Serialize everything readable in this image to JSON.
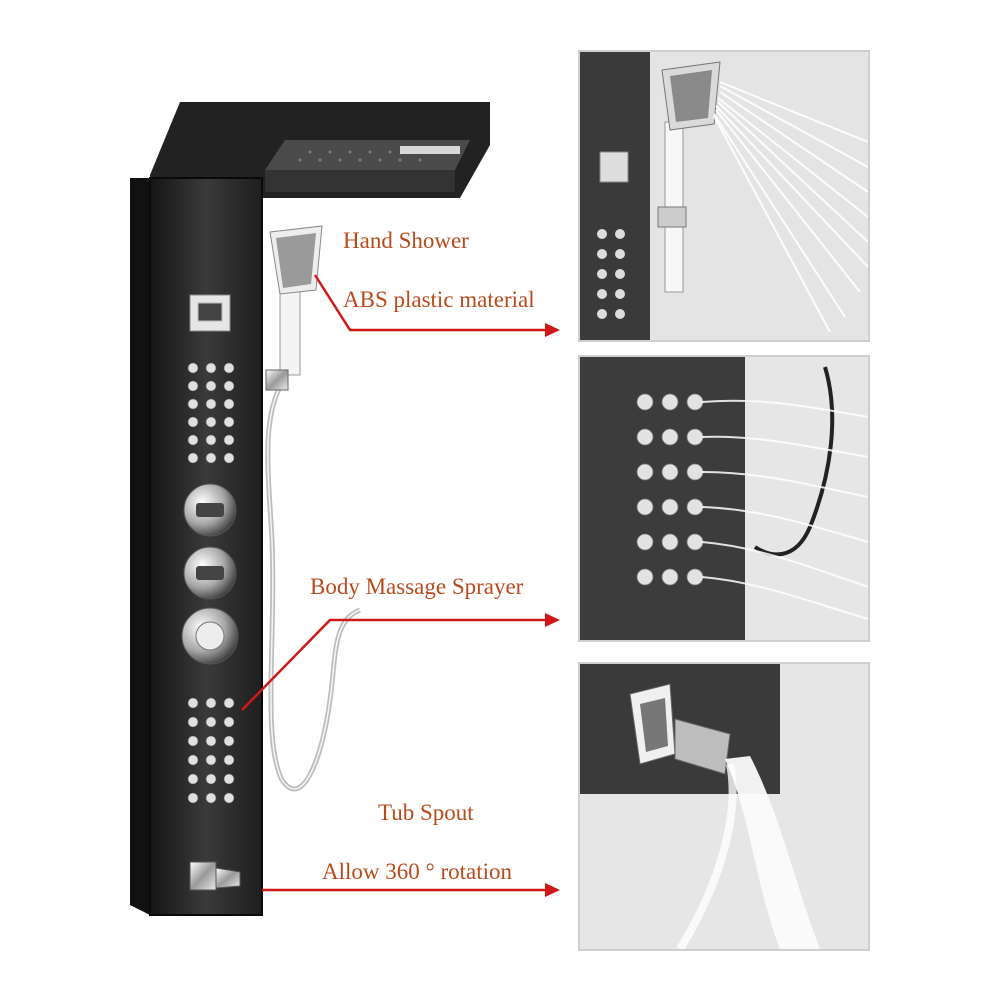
{
  "callouts": {
    "hand_shower": {
      "title": "Hand Shower",
      "detail": "ABS plastic material"
    },
    "body_massage": {
      "title": "Body Massage Sprayer"
    },
    "tub_spout": {
      "title": "Tub Spout",
      "detail": "Allow 360 ° rotation"
    }
  },
  "colors": {
    "label_text": "#b84a1c",
    "arrow": "#d01818",
    "panel": "#2b2b2b",
    "chrome": "#dcdcdc"
  }
}
